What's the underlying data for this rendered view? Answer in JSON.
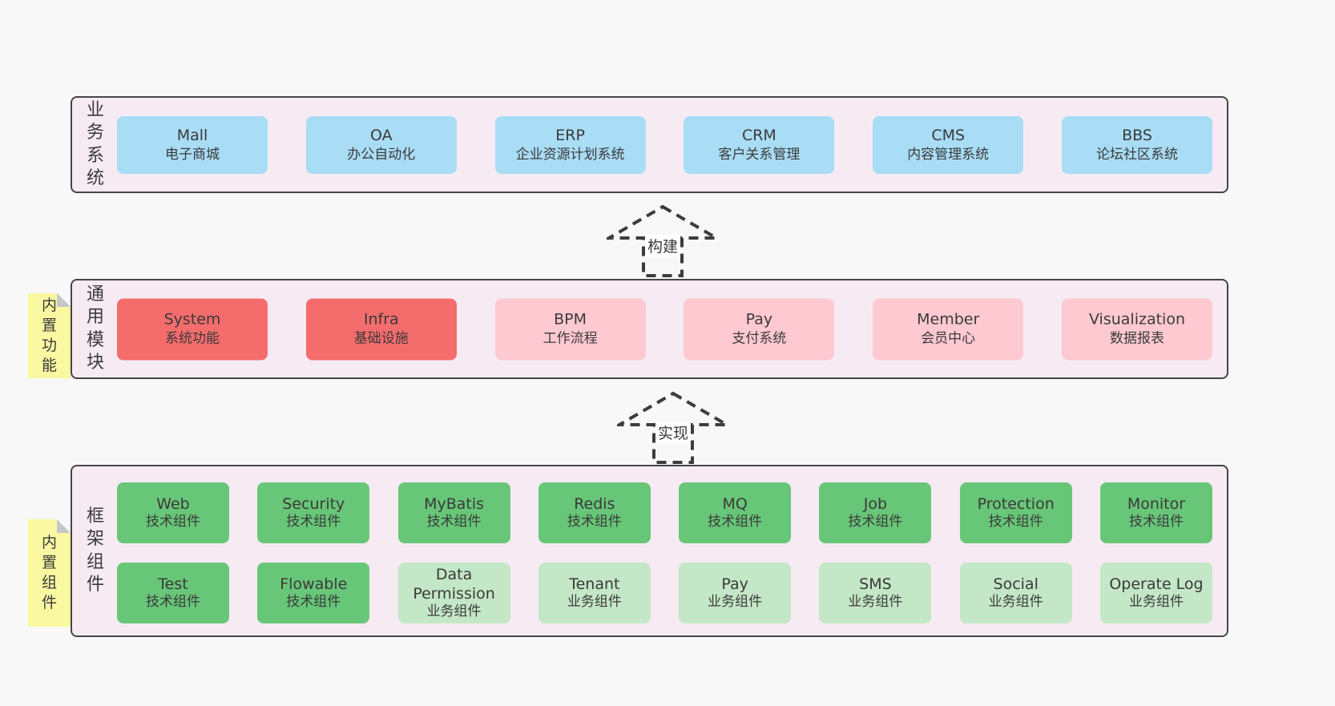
{
  "colors": {
    "page_bg": "#f8f8f8",
    "panel_bg": "#f6ebf3",
    "panel_border": "#454545",
    "blue_box": "#a9dcf5",
    "red_box": "#f56c6c",
    "pink_box": "#ffc9d2",
    "green_box": "#68c678",
    "lightgreen_box": "#c4e7c7",
    "sticky_note": "#faf8a0",
    "text": "#3a3a3a"
  },
  "arrows": {
    "build": "构建",
    "implement": "实现"
  },
  "business": {
    "label": "业务系统",
    "boxes": [
      {
        "name": "Mall",
        "desc": "电子商城"
      },
      {
        "name": "OA",
        "desc": "办公自动化"
      },
      {
        "name": "ERP",
        "desc": "企业资源计划系统"
      },
      {
        "name": "CRM",
        "desc": "客户关系管理"
      },
      {
        "name": "CMS",
        "desc": "内容管理系统"
      },
      {
        "name": "BBS",
        "desc": "论坛社区系统"
      }
    ]
  },
  "common": {
    "label": "通用模块",
    "note": "内置功能",
    "boxes": [
      {
        "name": "System",
        "desc": "系统功能"
      },
      {
        "name": "Infra",
        "desc": "基础设施"
      },
      {
        "name": "BPM",
        "desc": "工作流程"
      },
      {
        "name": "Pay",
        "desc": "支付系统"
      },
      {
        "name": "Member",
        "desc": "会员中心"
      },
      {
        "name": "Visualization",
        "desc": "数据报表"
      }
    ]
  },
  "framework": {
    "label": "框架组件",
    "note": "内置组件",
    "row1": [
      {
        "name": "Web",
        "desc": "技术组件"
      },
      {
        "name": "Security",
        "desc": "技术组件"
      },
      {
        "name": "MyBatis",
        "desc": "技术组件"
      },
      {
        "name": "Redis",
        "desc": "技术组件"
      },
      {
        "name": "MQ",
        "desc": "技术组件"
      },
      {
        "name": "Job",
        "desc": "技术组件"
      },
      {
        "name": "Protection",
        "desc": "技术组件"
      },
      {
        "name": "Monitor",
        "desc": "技术组件"
      }
    ],
    "row2": [
      {
        "name": "Test",
        "desc": "技术组件"
      },
      {
        "name": "Flowable",
        "desc": "技术组件"
      },
      {
        "name": "Data Permission",
        "desc": "业务组件"
      },
      {
        "name": "Tenant",
        "desc": "业务组件"
      },
      {
        "name": "Pay",
        "desc": "业务组件"
      },
      {
        "name": "SMS",
        "desc": "业务组件"
      },
      {
        "name": "Social",
        "desc": "业务组件"
      },
      {
        "name": "Operate Log",
        "desc": "业务组件"
      }
    ]
  }
}
